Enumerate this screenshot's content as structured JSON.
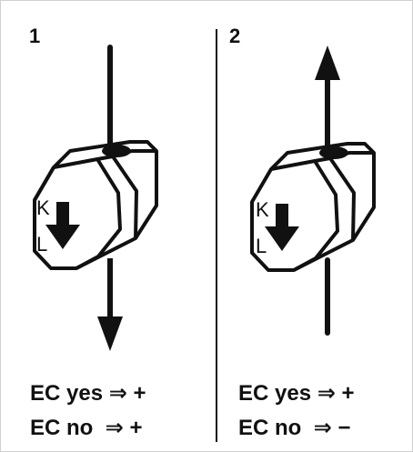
{
  "panels": [
    {
      "number": "1",
      "terminal_top": "K",
      "terminal_bottom": "L",
      "rule_ec_yes": "EC yes ⇒ +",
      "rule_ec_no": "EC no  ⇒ +"
    },
    {
      "number": "2",
      "terminal_top": "K",
      "terminal_bottom": "L",
      "rule_ec_yes": "EC yes ⇒ +",
      "rule_ec_no": "EC no  ⇒ −"
    }
  ],
  "colors": {
    "stroke": "#111111",
    "background": "#ffffff"
  }
}
